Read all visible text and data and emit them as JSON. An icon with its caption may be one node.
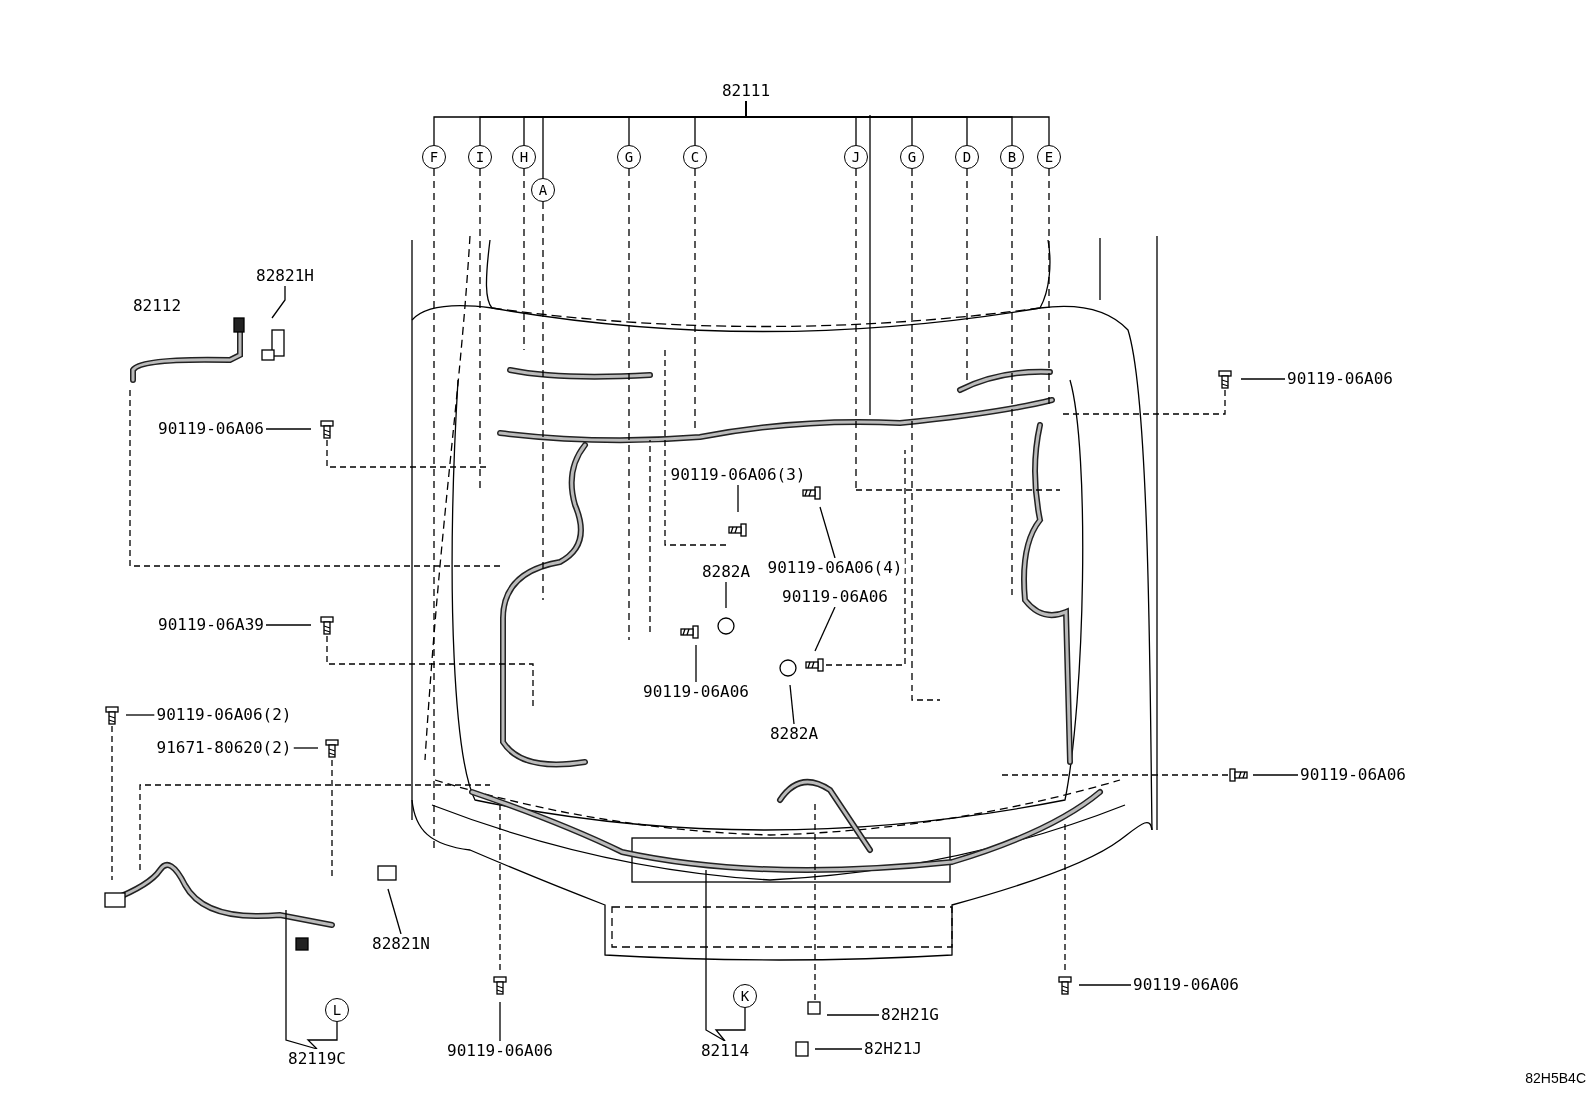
{
  "diagram": {
    "nodes": [
      {
        "text": [
          "82111"
        ]
      },
      {
        "text": [
          "F"
        ]
      },
      {
        "text": [
          "I"
        ]
      },
      {
        "text": [
          "H"
        ]
      },
      {
        "text": [
          "A"
        ]
      },
      {
        "text": [
          "G"
        ]
      },
      {
        "text": [
          "C"
        ]
      },
      {
        "text": [
          "J"
        ]
      },
      {
        "text": [
          "G"
        ]
      },
      {
        "text": [
          "D"
        ]
      },
      {
        "text": [
          "B"
        ]
      },
      {
        "text": [
          "E"
        ]
      },
      {
        "text": [
          "82112"
        ]
      },
      {
        "text": [
          "82821H"
        ]
      },
      {
        "text": [
          "90119-06A06"
        ]
      },
      {
        "text": [
          "90119-06A06"
        ]
      },
      {
        "text": [
          "90119-06A06(3)"
        ]
      },
      {
        "text": [
          "8282A"
        ]
      },
      {
        "text": [
          "90119-06A06(4)"
        ]
      },
      {
        "text": [
          "90119-06A06"
        ]
      },
      {
        "text": [
          "90119-06A39"
        ]
      },
      {
        "text": [
          "90119-06A06"
        ]
      },
      {
        "text": [
          "8282A"
        ]
      },
      {
        "text": [
          "90119-06A06(2)"
        ]
      },
      {
        "text": [
          "91671-80620(2)"
        ]
      },
      {
        "text": [
          "90119-06A06"
        ]
      },
      {
        "text": [
          "82821N"
        ]
      },
      {
        "text": [
          "90119-06A06"
        ]
      },
      {
        "text": [
          "82H21G"
        ]
      },
      {
        "text": [
          "82H21J"
        ]
      },
      {
        "text": [
          "82114"
        ]
      },
      {
        "text": [
          "K"
        ]
      },
      {
        "text": [
          "L"
        ]
      },
      {
        "text": [
          "82119C"
        ]
      },
      {
        "text": [
          "90119-06A06"
        ]
      }
    ],
    "edges": [
      {
        "from": 0,
        "to": 1,
        "arrow": "none"
      },
      {
        "from": 0,
        "to": 2,
        "arrow": "none"
      },
      {
        "from": 0,
        "to": 3,
        "arrow": "none"
      },
      {
        "from": 0,
        "to": 4,
        "arrow": "none"
      },
      {
        "from": 0,
        "to": 5,
        "arrow": "none"
      },
      {
        "from": 0,
        "to": 6,
        "arrow": "none"
      },
      {
        "from": 0,
        "to": 7,
        "arrow": "none"
      },
      {
        "from": 0,
        "to": 8,
        "arrow": "none"
      },
      {
        "from": 0,
        "to": 9,
        "arrow": "none"
      },
      {
        "from": 0,
        "to": 10,
        "arrow": "none"
      },
      {
        "from": 0,
        "to": 11,
        "arrow": "none"
      },
      {
        "from": 1,
        "to": null,
        "arrow": "none",
        "style": "dashed"
      },
      {
        "from": 2,
        "to": null,
        "arrow": "none",
        "style": "dashed"
      },
      {
        "from": 3,
        "to": null,
        "arrow": "none",
        "style": "dashed"
      },
      {
        "from": 4,
        "to": null,
        "arrow": "none",
        "style": "dashed"
      },
      {
        "from": 5,
        "to": null,
        "arrow": "none",
        "style": "dashed"
      },
      {
        "from": 6,
        "to": null,
        "arrow": "none",
        "style": "dashed"
      },
      {
        "from": 7,
        "to": null,
        "arrow": "none",
        "style": "dashed"
      },
      {
        "from": 8,
        "to": null,
        "arrow": "none",
        "style": "dashed"
      },
      {
        "from": 9,
        "to": null,
        "arrow": "none",
        "style": "dashed"
      },
      {
        "from": 10,
        "to": null,
        "arrow": "none",
        "style": "dashed"
      },
      {
        "from": 11,
        "to": null,
        "arrow": "none",
        "style": "dashed"
      },
      {
        "from": 13,
        "to": null,
        "arrow": "none"
      },
      {
        "from": 14,
        "to": null,
        "arrow": "none"
      },
      {
        "from": 15,
        "to": null,
        "arrow": "none"
      },
      {
        "from": 16,
        "to": null,
        "arrow": "none"
      },
      {
        "from": 17,
        "to": null,
        "arrow": "none"
      },
      {
        "from": 18,
        "to": null,
        "arrow": "none"
      },
      {
        "from": 19,
        "to": null,
        "arrow": "none"
      },
      {
        "from": 20,
        "to": null,
        "arrow": "none"
      },
      {
        "from": 21,
        "to": null,
        "arrow": "none"
      },
      {
        "from": 22,
        "to": null,
        "arrow": "none"
      },
      {
        "from": 23,
        "to": null,
        "arrow": "none"
      },
      {
        "from": 24,
        "to": null,
        "arrow": "none"
      },
      {
        "from": 25,
        "to": null,
        "arrow": "none"
      },
      {
        "from": 26,
        "to": null,
        "arrow": "none"
      },
      {
        "from": 27,
        "to": null,
        "arrow": "none"
      },
      {
        "from": 28,
        "to": null,
        "arrow": "none"
      },
      {
        "from": 29,
        "to": null,
        "arrow": "none"
      },
      {
        "from": 30,
        "to": 31,
        "arrow": "none"
      },
      {
        "from": 30,
        "to": null,
        "arrow": "none"
      },
      {
        "from": 33,
        "to": 32,
        "arrow": "none"
      },
      {
        "from": 33,
        "to": null,
        "arrow": "none"
      },
      {
        "from": 34,
        "to": null,
        "arrow": "none"
      }
    ],
    "labels": [
      "82H5B4C"
    ]
  }
}
